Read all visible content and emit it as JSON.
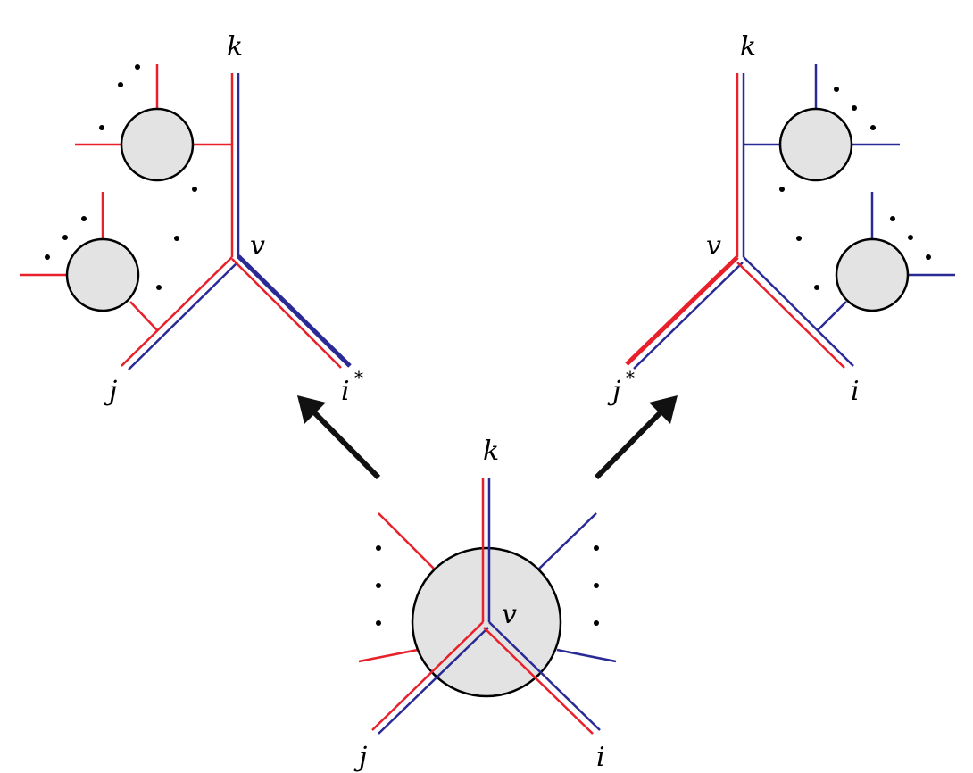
{
  "labels": {
    "left_top": "k",
    "left_center": "v",
    "left_bottom_left": "j",
    "left_bottom_right": "i",
    "left_bottom_right_sup": "*",
    "right_top": "k",
    "right_center": "v",
    "right_bottom_left": "j",
    "right_bottom_left_sup": "*",
    "right_bottom_right": "i",
    "bottom_top": "k",
    "bottom_center": "v",
    "bottom_left": "j",
    "bottom_right": "i"
  },
  "colors": {
    "red": "#e8202a",
    "blue": "#2a2a96",
    "blob_fill": "#e3e3e3",
    "arrow": "#111111"
  }
}
